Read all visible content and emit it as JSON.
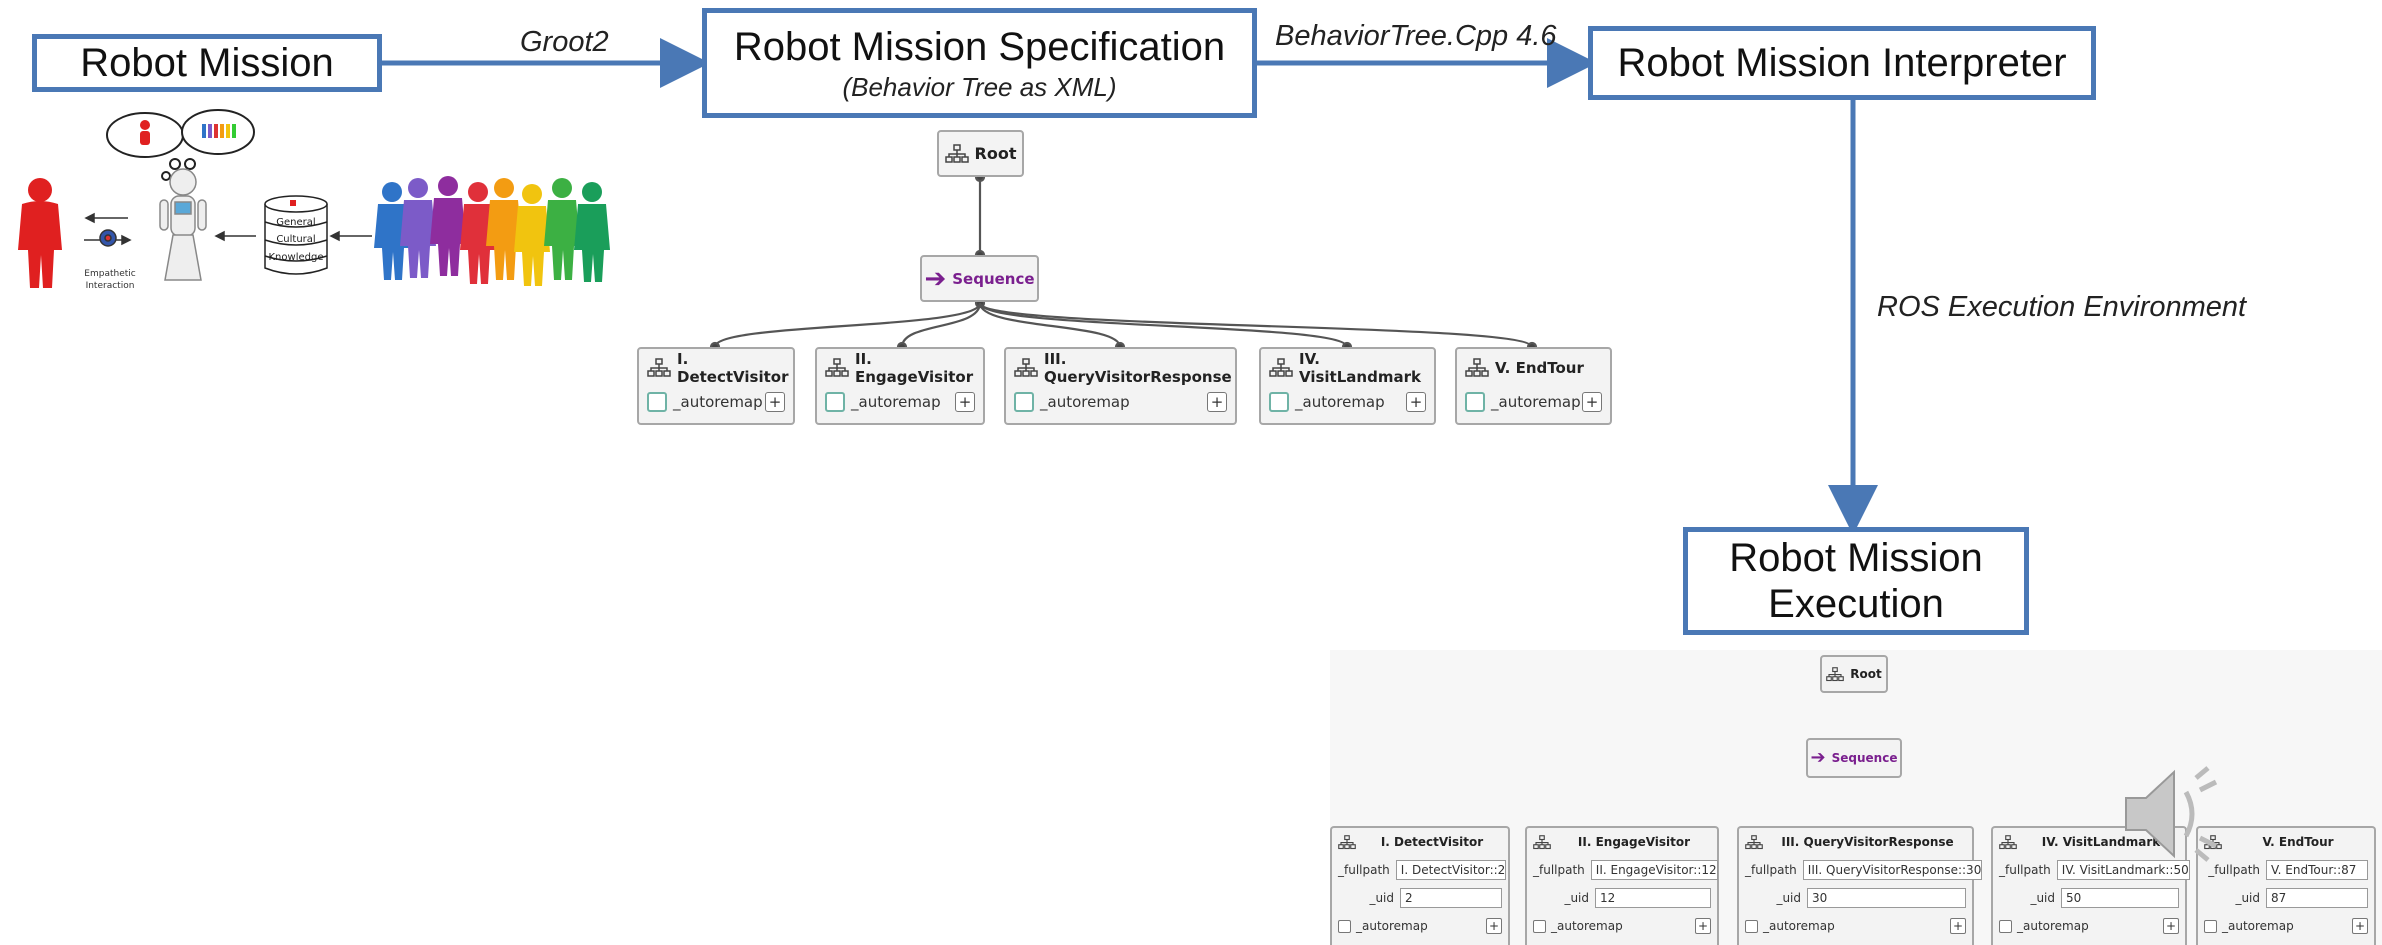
{
  "boxes": {
    "mission": "Robot Mission",
    "spec_title": "Robot Mission Specification",
    "spec_sub": "(Behavior Tree as XML)",
    "interpreter": "Robot Mission Interpreter",
    "execution_line1": "Robot Mission",
    "execution_line2": "Execution"
  },
  "edges": {
    "groot": "Groot2",
    "btcpp": "BehaviorTree.Cpp 4.6",
    "ros": "ROS Execution Environment"
  },
  "illustration": {
    "db_lines": [
      "General",
      "Cultural",
      "Knowledge"
    ],
    "empathetic_line1": "Empathetic",
    "empathetic_line2": "Interaction",
    "colors": {
      "human_red": "#e02020",
      "crowd": [
        "#2f74c8",
        "#7c5bc8",
        "#d33",
        "#f39c12",
        "#f1c40f",
        "#3c3",
        "#1aa"
      ]
    }
  },
  "spec_tree": {
    "root": "Root",
    "sequence": "Sequence",
    "children": [
      {
        "label": "I. DetectVisitor",
        "port": "_autoremap"
      },
      {
        "label": "II. EngageVisitor",
        "port": "_autoremap"
      },
      {
        "label": "III. QueryVisitorResponse",
        "port": "_autoremap"
      },
      {
        "label": "IV. VisitLandmark",
        "port": "_autoremap"
      },
      {
        "label": "V. EndTour",
        "port": "_autoremap"
      }
    ]
  },
  "exec_tree": {
    "root": "Root",
    "sequence": "Sequence",
    "field_labels": {
      "fullpath": "_fullpath",
      "uid": "_uid",
      "autoremap": "_autoremap"
    },
    "children": [
      {
        "label": "I. DetectVisitor",
        "fullpath": "I. DetectVisitor::2",
        "uid": "2"
      },
      {
        "label": "II. EngageVisitor",
        "fullpath": "II. EngageVisitor::12",
        "uid": "12"
      },
      {
        "label": "III. QueryVisitorResponse",
        "fullpath": "III. QueryVisitorResponse::30",
        "uid": "30"
      },
      {
        "label": "IV. VisitLandmark",
        "fullpath": "IV. VisitLandmark::50",
        "uid": "50"
      },
      {
        "label": "V. EndTour",
        "fullpath": "V. EndTour::87",
        "uid": "87"
      }
    ]
  },
  "colors": {
    "box_border": "#4a78b5",
    "sequence": "#7a1f8e",
    "checkbox": "#6fb3a6"
  }
}
